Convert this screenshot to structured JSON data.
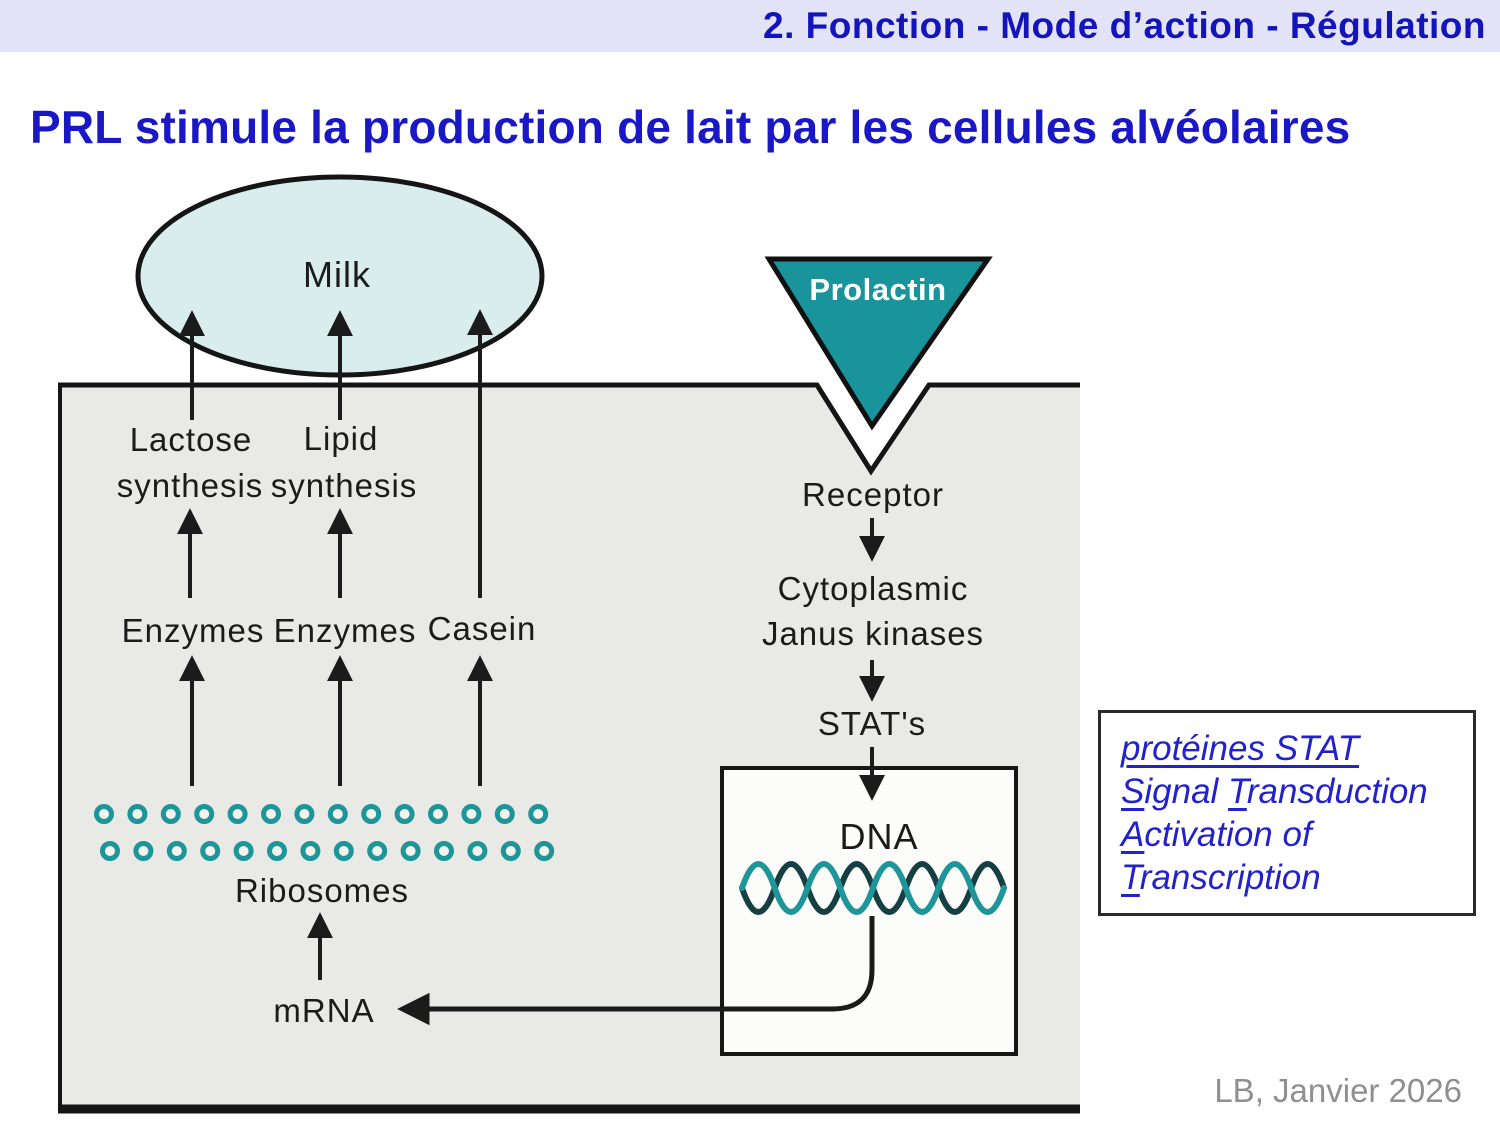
{
  "header": {
    "text": "2. Fonction - Mode d’action - Régulation",
    "bg": "#e3e3f8",
    "color": "#1414bb"
  },
  "title": {
    "text": "PRL stimule la production de lait par les cellules alvéolaires",
    "color": "#1a18c4"
  },
  "diagram": {
    "labels": {
      "milk": "Milk",
      "prolactin": "Prolactin",
      "lactose": "Lactose",
      "lipid": "Lipid",
      "synthesis1": "synthesis",
      "synthesis2": "synthesis",
      "enzymes1": "Enzymes",
      "enzymes2": "Enzymes",
      "casein": "Casein",
      "ribosomes": "Ribosomes",
      "mrna": "mRNA",
      "receptor": "Receptor",
      "cytoplasmic": "Cytoplasmic",
      "janus": "Janus kinases",
      "stats": "STAT's",
      "dna": "DNA"
    },
    "colors": {
      "cell_fill": "#e9e9e5",
      "milk_fill": "#d9eded",
      "prolactin_teal": "#18949a",
      "ribosome_teal": "#1e9598",
      "helix_teal": "#1e9598",
      "helix_dark": "#153f41",
      "ink": "#1b1b1b"
    },
    "ribosome_rows": [
      14,
      14
    ]
  },
  "stat_box": {
    "text_color": "#2222cc",
    "lines": [
      {
        "segments": [
          {
            "text": "protéines STAT",
            "u": true
          }
        ]
      },
      {
        "segments": [
          {
            "text": "S",
            "u": true
          },
          {
            "text": "ignal ",
            "u": false
          },
          {
            "text": "T",
            "u": true
          },
          {
            "text": "ransduction",
            "u": false
          }
        ]
      },
      {
        "segments": [
          {
            "text": "A",
            "u": true
          },
          {
            "text": "ctivation of",
            "u": false
          }
        ]
      },
      {
        "segments": [
          {
            "text": "T",
            "u": true
          },
          {
            "text": "ranscription",
            "u": false
          }
        ]
      }
    ]
  },
  "footer": {
    "text": "LB, Janvier 2026",
    "color": "#8f8f8f"
  }
}
